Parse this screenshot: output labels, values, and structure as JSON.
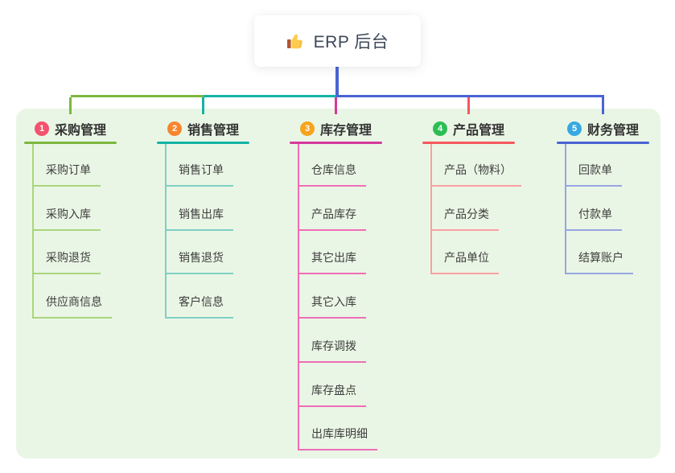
{
  "root": {
    "title": "ERP 后台",
    "icon": "thumbs-up-icon"
  },
  "panel_color": "#eaf6e5",
  "branches": [
    {
      "index": "1",
      "title": "采购管理",
      "badge_color": "#f4516c",
      "line_color": "#7cb83e",
      "child_line_color": "#a9d57d",
      "children": [
        "采购订单",
        "采购入库",
        "采购退货",
        "供应商信息"
      ]
    },
    {
      "index": "2",
      "title": "销售管理",
      "badge_color": "#f7852e",
      "line_color": "#14b3a6",
      "child_line_color": "#7fcfc5",
      "children": [
        "销售订单",
        "销售出库",
        "销售退货",
        "客户信息"
      ]
    },
    {
      "index": "3",
      "title": "库存管理",
      "badge_color": "#f6a41f",
      "line_color": "#d6399c",
      "child_line_color": "#ef6db6",
      "children": [
        "仓库信息",
        "产品库存",
        "其它出库",
        "其它入库",
        "库存调拨",
        "库存盘点",
        "出库库明细"
      ]
    },
    {
      "index": "4",
      "title": "产品管理",
      "badge_color": "#2dbd55",
      "line_color": "#f4585d",
      "child_line_color": "#f9a0a2",
      "children": [
        "产品（物料）",
        "产品分类",
        "产品单位"
      ]
    },
    {
      "index": "5",
      "title": "财务管理",
      "badge_color": "#36a9e3",
      "line_color": "#4a63d4",
      "child_line_color": "#96a6e3",
      "children": [
        "回款单",
        "付款单",
        "结算账户"
      ]
    }
  ]
}
